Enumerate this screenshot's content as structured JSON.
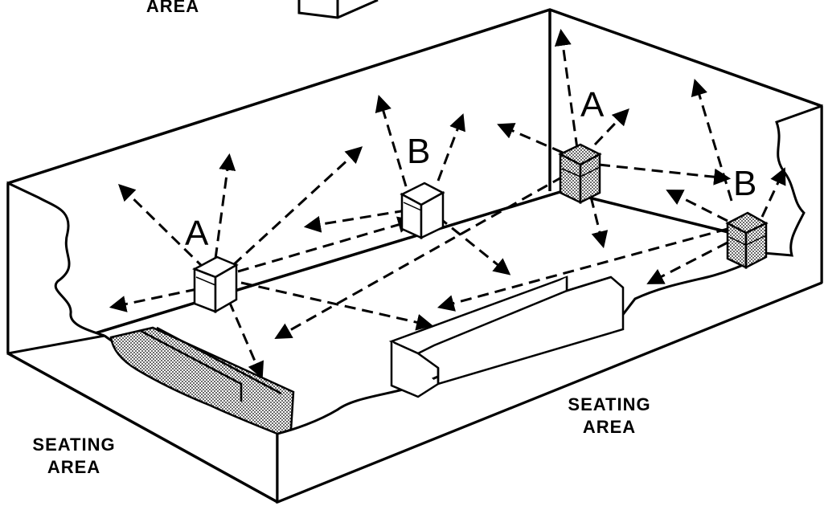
{
  "labels": {
    "top_area": "AREA",
    "seating_left": [
      "SEATING",
      "AREA"
    ],
    "seating_right": [
      "SEATING",
      "AREA"
    ],
    "speaker_a_left": "A",
    "speaker_b_mid": "B",
    "speaker_a_right": "A",
    "speaker_b_right": "B"
  },
  "colors": {
    "ink": "#000000",
    "paper": "#ffffff",
    "stipple": "#8a8a8a"
  }
}
